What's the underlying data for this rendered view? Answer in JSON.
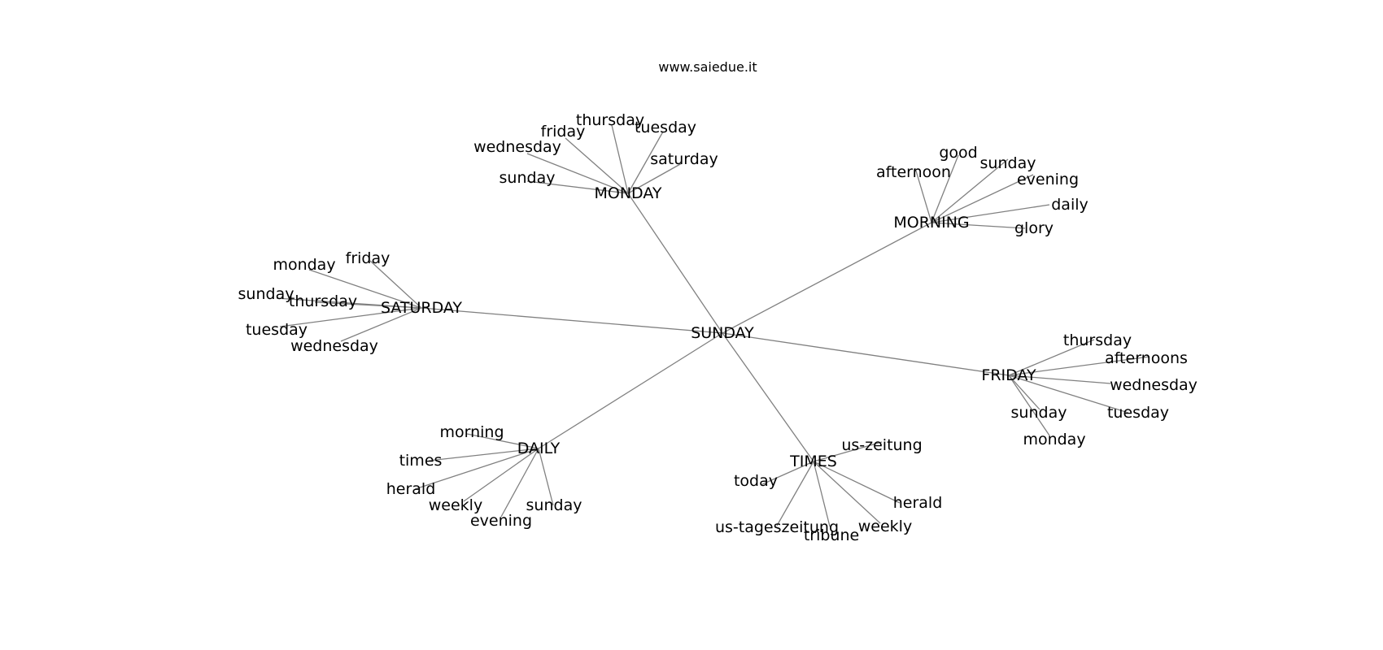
{
  "caption": "www.saiedue.it",
  "colors": {
    "edge": "#808080",
    "text": "#000000",
    "background": "#ffffff"
  },
  "graph": {
    "root": "SUNDAY",
    "hubs": [
      {
        "label": "MONDAY",
        "leaves": [
          "sunday",
          "wednesday",
          "friday",
          "thursday",
          "tuesday",
          "saturday"
        ]
      },
      {
        "label": "MORNING",
        "leaves": [
          "afternoon",
          "good",
          "sunday",
          "evening",
          "daily",
          "glory"
        ]
      },
      {
        "label": "SATURDAY",
        "leaves": [
          "monday",
          "friday",
          "sunday",
          "thursday",
          "tuesday",
          "wednesday"
        ]
      },
      {
        "label": "FRIDAY",
        "leaves": [
          "thursday",
          "afternoons",
          "wednesday",
          "sunday",
          "tuesday",
          "monday"
        ]
      },
      {
        "label": "DAILY",
        "leaves": [
          "morning",
          "times",
          "herald",
          "weekly",
          "evening",
          "sunday"
        ]
      },
      {
        "label": "TIMES",
        "leaves": [
          "us-zeitung",
          "today",
          "herald",
          "us-tageszeitung",
          "tribune",
          "weekly"
        ]
      }
    ]
  }
}
